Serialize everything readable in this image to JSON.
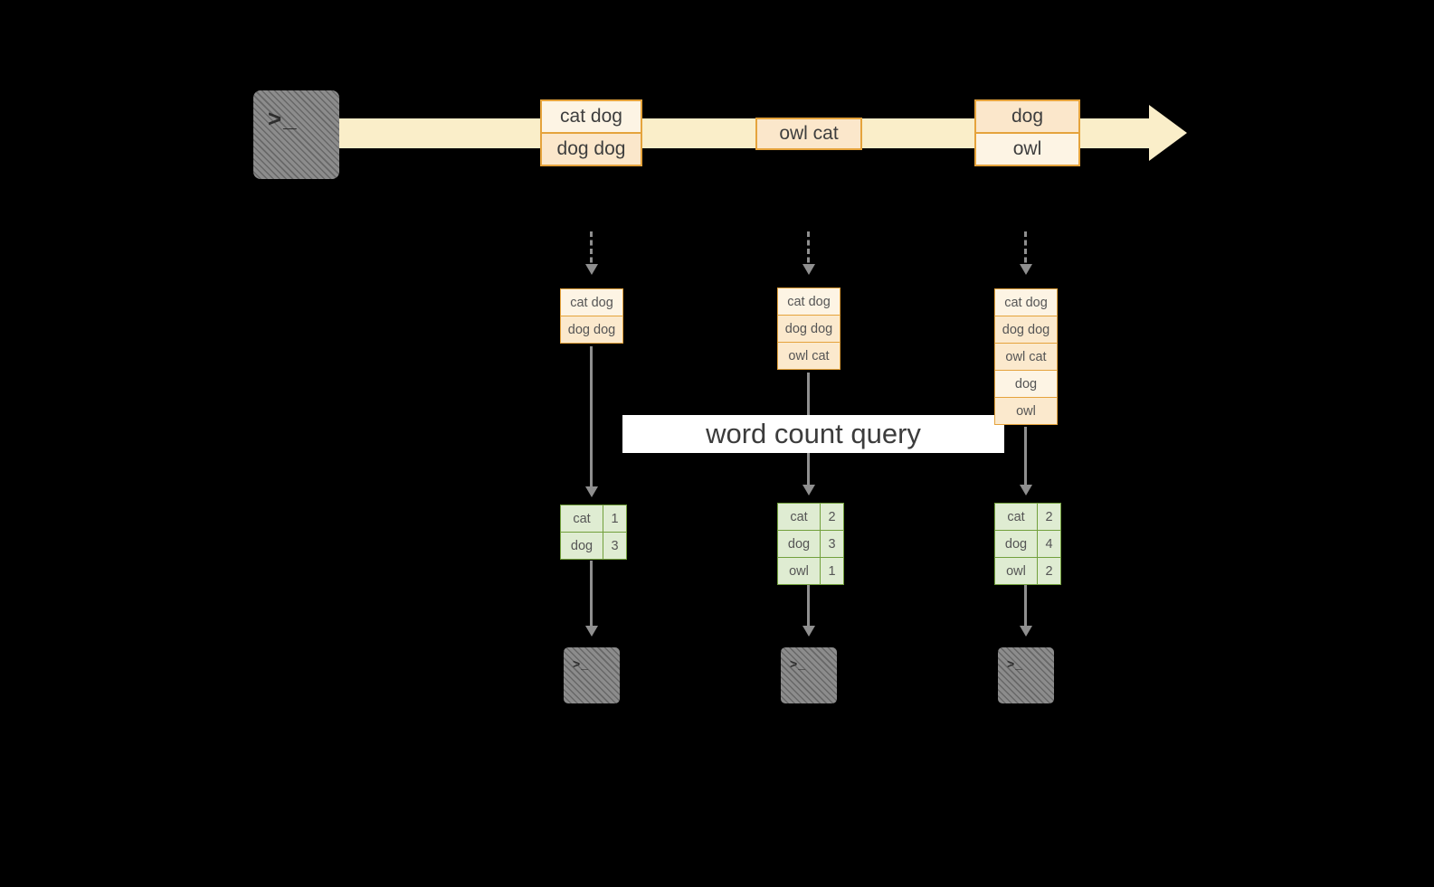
{
  "banner": {
    "label": "word count query"
  },
  "icons": {
    "terminal_prompt": ">_"
  },
  "stream": {
    "events": [
      {
        "lines": [
          "cat dog",
          "dog dog"
        ]
      },
      {
        "lines": [
          "owl cat"
        ]
      },
      {
        "lines": [
          "dog",
          "owl"
        ]
      }
    ]
  },
  "columns": [
    {
      "records": [
        "cat dog",
        "dog dog"
      ],
      "counts": [
        {
          "word": "cat",
          "count": "1"
        },
        {
          "word": "dog",
          "count": "3"
        }
      ]
    },
    {
      "records": [
        "cat dog",
        "dog dog",
        "owl cat"
      ],
      "counts": [
        {
          "word": "cat",
          "count": "2"
        },
        {
          "word": "dog",
          "count": "3"
        },
        {
          "word": "owl",
          "count": "1"
        }
      ]
    },
    {
      "records": [
        "cat dog",
        "dog dog",
        "owl cat",
        "dog",
        "owl"
      ],
      "counts": [
        {
          "word": "cat",
          "count": "2"
        },
        {
          "word": "dog",
          "count": "4"
        },
        {
          "word": "owl",
          "count": "2"
        }
      ]
    }
  ],
  "colors": {
    "background": "#000000",
    "stream_fill": "#faeec9",
    "accent_orange": "#e5a33c",
    "accent_green": "#72a03c",
    "arrow_gray": "#8f8f8f"
  }
}
